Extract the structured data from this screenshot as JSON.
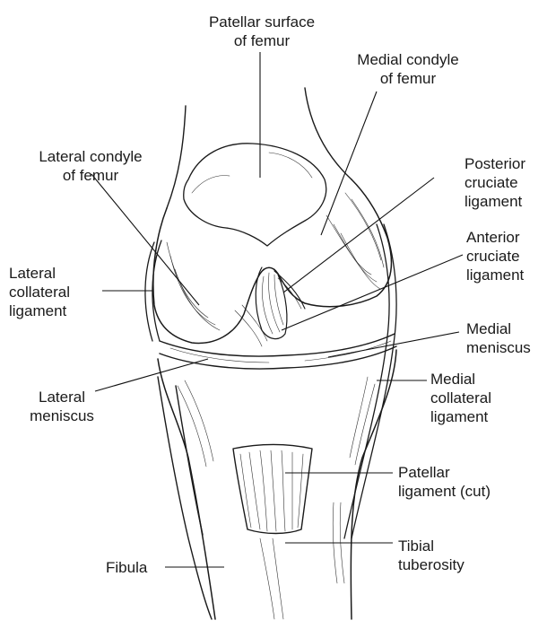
{
  "labels": {
    "patellar_surface": "Patellar surface\nof femur",
    "medial_condyle": "Medial condyle\nof femur",
    "lateral_condyle": "Lateral condyle\nof femur",
    "posterior_cruciate": "Posterior\ncruciate\nligament",
    "anterior_cruciate": "Anterior\ncruciate\nligament",
    "lateral_collateral": "Lateral\ncollateral\nligament",
    "medial_meniscus": "Medial\nmeniscus",
    "lateral_meniscus": "Lateral\nmeniscus",
    "medial_collateral": "Medial\ncollateral\nligament",
    "patellar_ligament": "Patellar\nligament (cut)",
    "tibial_tuberosity": "Tibial\ntuberosity",
    "fibula": "Fibula"
  }
}
